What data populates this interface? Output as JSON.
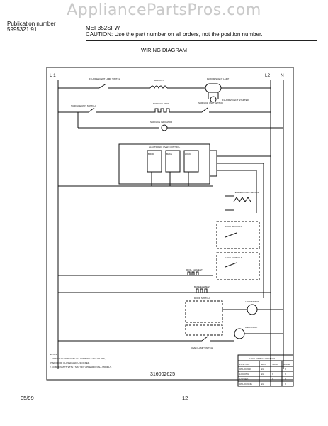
{
  "watermark": "AppliancePartsPros.com",
  "header": {
    "publication_label": "Publication number",
    "publication_number": "5995321 91",
    "model": "MEF352SFW",
    "caution": "CAUTION:  Use the part number on all orders, not the position number."
  },
  "title": "WIRING DIAGRAM",
  "diagram": {
    "line_left": "L 1",
    "line_right_l2": "L2",
    "line_right_n": "N",
    "fluorescent_lamp_switch": "FLUORESCENT LAMP SWITCH",
    "ballast": "BALLAST",
    "fluorescent_lamp": "FLUORESCENT LAMP",
    "fluorescent_starter": "FLUORESCENT STARTER",
    "surface_unit_switch_left": "SURFACE UNIT SWITCH",
    "surface_unit_label": "SURFACE UNIT",
    "surface_unit_switch_right": "SURFACE UNIT SWITCH",
    "surface indicator": "SURFACE INDICATOR",
    "control_title": "ELECTRONIC OVEN CONTROL",
    "relay_a": "BROIL",
    "relay_b": "BAKE",
    "relay_c": "LOCK",
    "temp_sensor": "TEMPERATURE SENSOR",
    "lock_switch_b": "LOCK SWITCH B",
    "lock_switch_a": "LOCK SWITCH A",
    "broil_element": "BROIL ELEMENT",
    "bake_element": "BAKE ELEMENT",
    "lock_motor": "LOCK MOTOR",
    "door_switch": "DOOR SWITCH",
    "oven_lamp": "OVEN LAMP",
    "oven_lamp_switch": "OVEN LAMP SWITCH",
    "notes_heading": "NOTES:",
    "notes": [
      "1. CIRCUIT SHOWN WITH ALL CONTROLS SET TO OFF,",
      "   OVEN DOOR CLOSED AND UNLOCKED.",
      "2. COMPONENTS WITH * MAY NOT APPEAR ON ALL MODELS."
    ],
    "table": {
      "title": "LOCK SWITCH CONTACT",
      "headers": [
        "POSITION",
        "SW A",
        "SW B",
        "DOOR"
      ],
      "rows": [
        [
          "UNLOCKED",
          "N/A",
          "",
          "X"
        ],
        [
          "LOCKING",
          "N/A",
          "X",
          "X"
        ],
        [
          "LOCKED",
          "",
          "X",
          "X"
        ],
        [
          "UNLOCKING",
          "N/A",
          "",
          "X"
        ]
      ]
    },
    "drawing_number": "316002625"
  },
  "footer": {
    "date": "05/99",
    "page": "12"
  }
}
